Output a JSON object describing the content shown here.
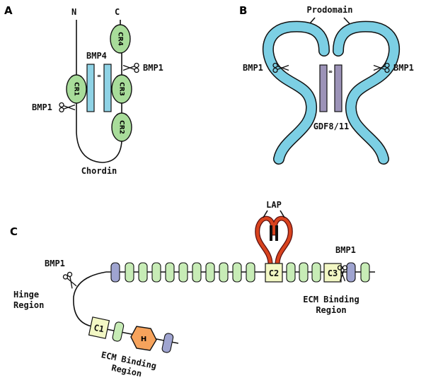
{
  "panel_a": {
    "letter": "A",
    "n_label": "N",
    "c_label": "C",
    "domains": [
      "CR1",
      "CR2",
      "CR3",
      "CR4"
    ],
    "bmp4_label": "BMP4",
    "cleave_right": "BMP1",
    "cleave_left": "BMP1",
    "name": "Chordin"
  },
  "panel_b": {
    "letter": "B",
    "prodomain_label": "Prodomain",
    "cleave_left": "BMP1",
    "cleave_right": "BMP1",
    "ligand_label": "GDF8/11"
  },
  "panel_c": {
    "letter": "C",
    "lap_label": "LAP",
    "bmp1_right": "BMP1",
    "bmp1_left": "BMP1",
    "hinge_line1": "Hinge",
    "hinge_line2": "Region",
    "ecm_right_line1": "ECM Binding",
    "ecm_right_line2": "Region",
    "ecm_left_line1": "ECM Binding",
    "ecm_left_line2": "Region",
    "box_c1": "C1",
    "box_c2": "C2",
    "box_c3": "C3",
    "hex_label": "H"
  },
  "colors": {
    "cr_green": "#a8dc9a",
    "bmp_blue": "#8fd3e6",
    "gdf_purple": "#9c93b8",
    "lap_red": "#d9431e",
    "hex_orange": "#f6a35c",
    "box_yellow": "#f2f7c4"
  },
  "icons": [
    "scissors-icon"
  ]
}
